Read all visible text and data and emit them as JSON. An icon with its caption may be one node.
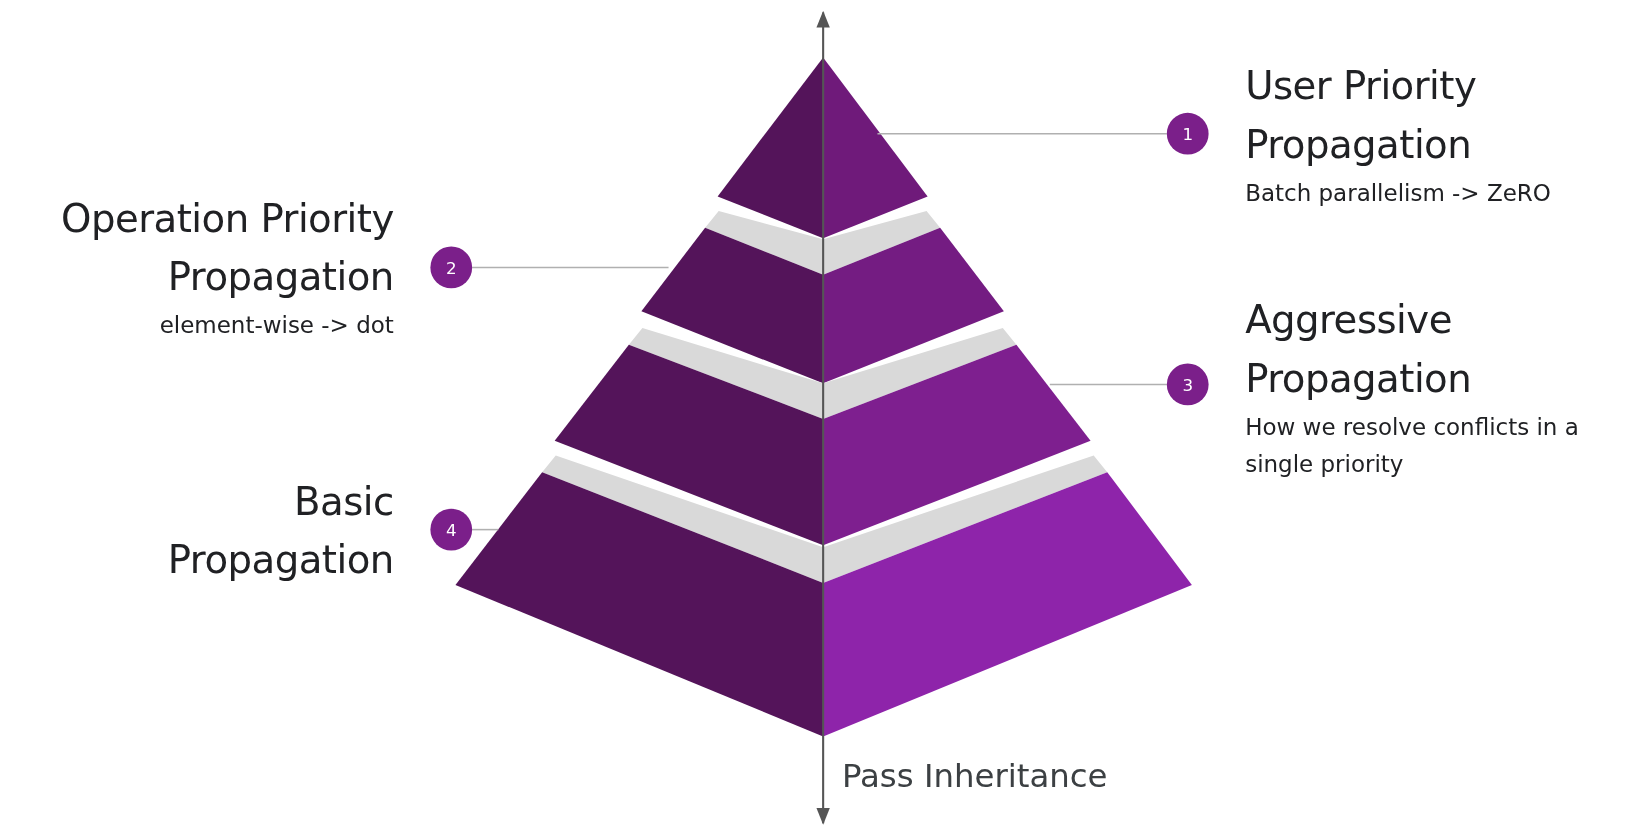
{
  "diagram": {
    "nodes": [
      {
        "text": [],
        "shape": "triangle"
      },
      {
        "text": [],
        "shape": "trapezoid"
      },
      {
        "text": [],
        "shape": "trapezoid"
      },
      {
        "text": [],
        "shape": "trapezoid"
      },
      {
        "text": [
          "1"
        ],
        "beside": [
          "User Priority Propagation",
          "Batch parallelism -> ZeRO"
        ]
      },
      {
        "text": [
          "2"
        ],
        "beside": [
          "Operation Priority Propagation",
          "element-wise -> dot"
        ]
      },
      {
        "text": [
          "3"
        ],
        "beside": [
          "Aggressive Propagation",
          "How we resolve conflicts in a single priority"
        ]
      },
      {
        "text": [
          "4"
        ],
        "beside": [
          "Basic Propagation"
        ]
      }
    ],
    "edges": [
      {
        "from": 4,
        "to": 0,
        "arrow": "none"
      },
      {
        "from": 5,
        "to": 1,
        "arrow": "none"
      },
      {
        "from": 6,
        "to": 2,
        "arrow": "none"
      },
      {
        "from": 7,
        "to": 3,
        "arrow": "none"
      }
    ],
    "labels": [
      "Pass Inheritance"
    ]
  }
}
